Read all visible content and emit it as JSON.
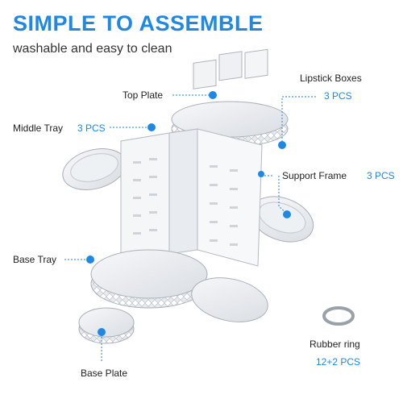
{
  "header": {
    "title": "SIMPLE TO ASSEMBLE",
    "subtitle": "washable and easy to clean"
  },
  "parts": {
    "top_plate": {
      "name": "Top Plate"
    },
    "lipstick_boxes": {
      "name": "Lipstick Boxes",
      "qty": "3 PCS"
    },
    "middle_tray": {
      "name": "Middle Tray",
      "qty": "3 PCS"
    },
    "support_frame": {
      "name": "Support Frame",
      "qty": "3 PCS"
    },
    "base_tray": {
      "name": "Base Tray"
    },
    "base_plate": {
      "name": "Base Plate"
    },
    "rubber_ring": {
      "name": "Rubber ring",
      "qty": "12+2 PCS"
    }
  },
  "colors": {
    "accent": "#1e88e5",
    "text": "#222222"
  }
}
